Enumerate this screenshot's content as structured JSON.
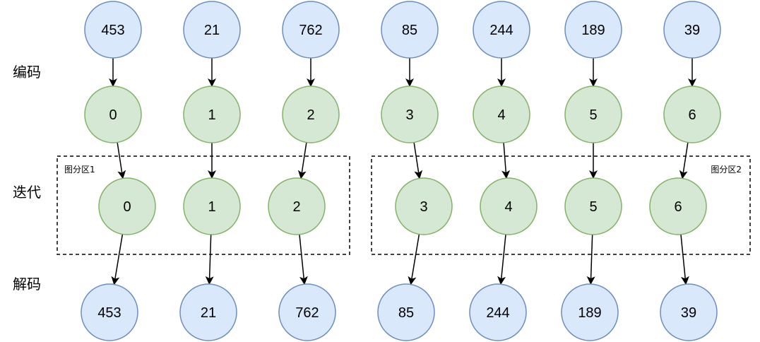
{
  "row_labels": {
    "encode": "编码",
    "iterate": "迭代",
    "decode": "解码"
  },
  "partitions": [
    {
      "label": "图分区1"
    },
    {
      "label": "图分区2"
    }
  ],
  "original_ids": [
    "453",
    "21",
    "762",
    "85",
    "244",
    "189",
    "39"
  ],
  "encoded_ids": [
    "0",
    "1",
    "2",
    "3",
    "4",
    "5",
    "6"
  ],
  "iterated_ids": [
    "0",
    "1",
    "2",
    "3",
    "4",
    "5",
    "6"
  ],
  "decoded_ids": [
    "453",
    "21",
    "762",
    "85",
    "244",
    "189",
    "39"
  ],
  "colors": {
    "blue_fill": "#dae8fc",
    "blue_stroke": "#6c8ebf",
    "green_fill": "#d5e8d4",
    "green_stroke": "#82b366",
    "edge": "#000000"
  }
}
